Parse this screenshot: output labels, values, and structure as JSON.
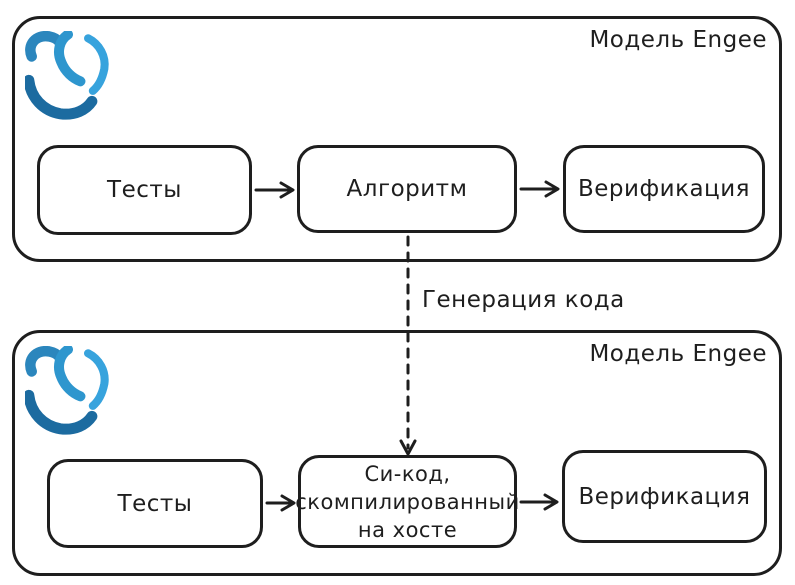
{
  "diagram": {
    "stroke_color": "#1e1e1e",
    "background_color": "#ffffff",
    "containers": [
      {
        "title": "Модель Engee",
        "logo_icon": "engee-logo",
        "nodes": [
          {
            "label": "Тесты"
          },
          {
            "label": "Алгоритм"
          },
          {
            "label": "Верификация"
          }
        ]
      },
      {
        "title": "Модель Engee",
        "logo_icon": "engee-logo",
        "nodes": [
          {
            "label": "Тесты"
          },
          {
            "lines": [
              "Си-код,",
              "скомпилированный",
              "на хосте"
            ]
          },
          {
            "label": "Верификация"
          }
        ]
      }
    ],
    "connector": {
      "label": "Генерация кода",
      "style": "dashed-arrow",
      "from": "Алгоритм",
      "to": "Си-код, скомпилированный на хосте"
    },
    "logo_colors": {
      "bean": "#2B86BD",
      "hook": "#2E96CE",
      "right_arc": "#37A3DD",
      "bottom_arc": "#1C6BA0"
    }
  }
}
